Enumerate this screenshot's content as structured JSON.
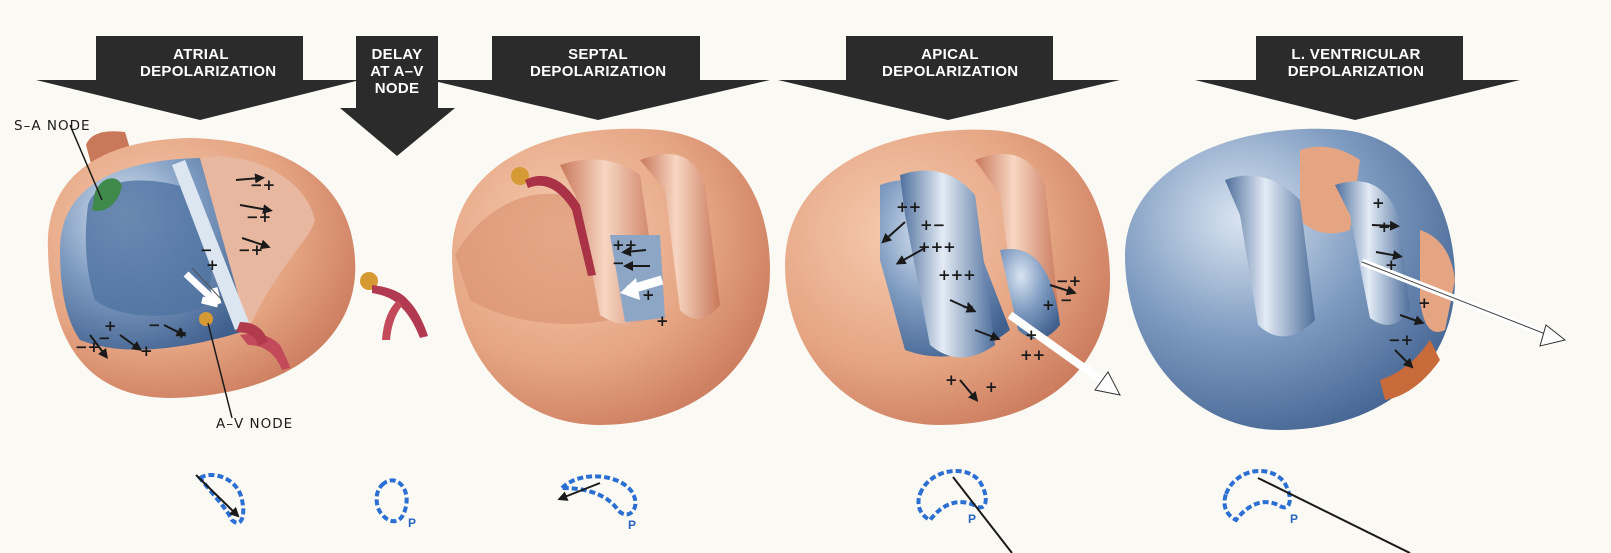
{
  "stages": [
    {
      "id": "atrial",
      "title_line1": "ATRIAL",
      "title_line2": "DEPOLARIZATION"
    },
    {
      "id": "delay",
      "title_line1": "DELAY",
      "title_line2": "AT A–V",
      "title_line3": "NODE"
    },
    {
      "id": "septal",
      "title_line1": "SEPTAL",
      "title_line2": "DEPOLARIZATION"
    },
    {
      "id": "apical",
      "title_line1": "APICAL",
      "title_line2": "DEPOLARIZATION"
    },
    {
      "id": "lventricular",
      "title_line1": "L. VENTRICULAR",
      "title_line2": "DEPOLARIZATION"
    }
  ],
  "labels": {
    "sa_node": "S–A NODE",
    "av_node": "A–V NODE"
  },
  "loop_label": "P",
  "colors": {
    "banner": "#2b2b2b",
    "myocardium": "#e5a583",
    "depolarized": "#6f8eb4",
    "loop": "#2a6fd1",
    "background": "#fbf9f3"
  },
  "icons": [
    "banner-arrow-icon",
    "heart-cutaway-icon",
    "vector-arrow-icon",
    "p-loop-icon"
  ]
}
